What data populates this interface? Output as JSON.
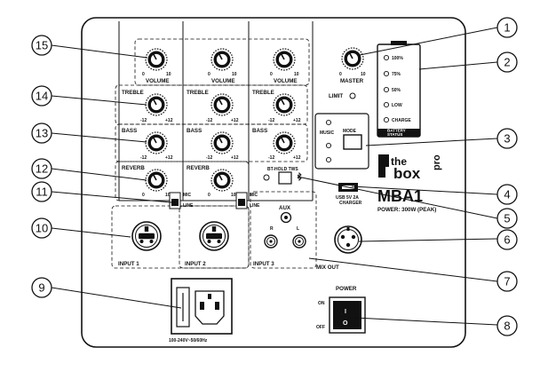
{
  "callouts": [
    "1",
    "2",
    "3",
    "4",
    "5",
    "6",
    "7",
    "8",
    "9",
    "10",
    "11",
    "12",
    "13",
    "14",
    "15"
  ],
  "channels": [
    {
      "volume": "VOLUME",
      "treble": "TREBLE",
      "bass": "BASS",
      "reverb": "REVERB",
      "input": "INPUT 1"
    },
    {
      "volume": "VOLUME",
      "treble": "TREBLE",
      "bass": "BASS",
      "reverb": "REVERB",
      "input": "INPUT 2"
    },
    {
      "volume": "VOLUME",
      "treble": "TREBLE",
      "bass": "BASS",
      "input": "INPUT 3"
    }
  ],
  "scale": {
    "min": "0",
    "max": "10",
    "neg": "-12",
    "pos": "+12"
  },
  "mic_line": {
    "mic": "MIC",
    "line": "LINE"
  },
  "master": {
    "label": "MASTER",
    "min": "0",
    "max": "10"
  },
  "limit": "LIMIT",
  "battery": {
    "levels": [
      "100%",
      "75%",
      "50%",
      "LOW",
      "CHARGE"
    ],
    "caption_line1": "BATTERY",
    "caption_line2": "STATUS"
  },
  "mode_panel": {
    "music": "MUSIC",
    "mode": "MODE"
  },
  "bt_hold": "BT-HOLD TWS",
  "usb": {
    "line1": "USB 5V 2A",
    "line2": "CHARGER"
  },
  "brand": {
    "the": "the",
    "box": "box",
    "pro": "pro",
    "model": "MBA1",
    "power": "POWER: 300W (PEAK)"
  },
  "aux": {
    "label": "AUX",
    "r": "R",
    "l": "L"
  },
  "mix_out": "MIX OUT",
  "power_switch": {
    "label": "POWER",
    "on": "ON",
    "off": "OFF",
    "mark": "I",
    "mark_off": "O"
  },
  "mains": "100-240V~50/60Hz"
}
